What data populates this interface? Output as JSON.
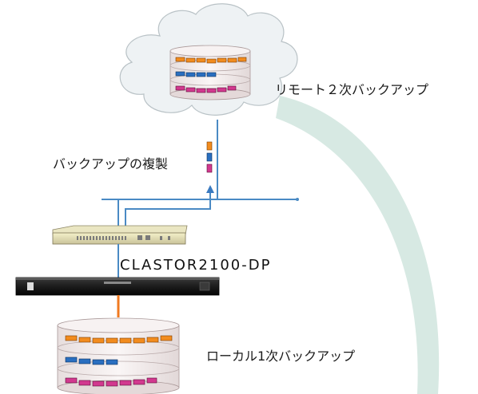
{
  "labels": {
    "remote": "リモート２次バックアップ",
    "replication": "バックアップの複製",
    "product": "CLASTOR2100-DP",
    "local": "ローカル1次バックアップ"
  },
  "colors": {
    "bracket_orange": "#f28c1e",
    "bracket_blue": "#2a6fc0",
    "bracket_magenta": "#d2398f",
    "network_line": "#4a8ac4",
    "orange_link": "#f07a20",
    "arc": "#d7e9e3",
    "cloud": "#eef2f4",
    "disk": "#f3eeee"
  },
  "icons": {
    "cloud": "cloud-icon",
    "storage": "storage-stack-icon",
    "appliance": "backup-appliance-icon",
    "server": "rack-server-icon"
  }
}
